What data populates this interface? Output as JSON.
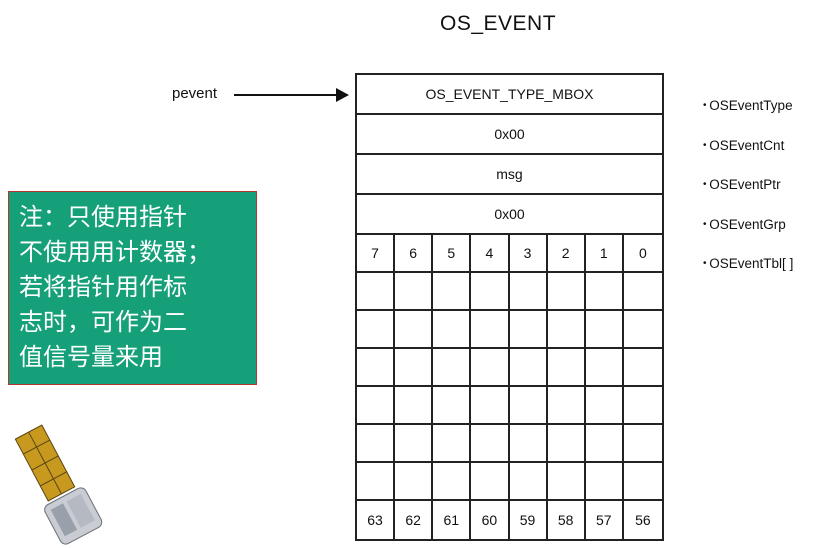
{
  "title": "OS_EVENT",
  "pointer_label": "pevent",
  "fields": [
    {
      "value": "OS_EVENT_TYPE_MBOX",
      "member": "OSEventType"
    },
    {
      "value": "0x00",
      "member": "OSEventCnt"
    },
    {
      "value": "msg",
      "member": "OSEventPtr"
    },
    {
      "value": "0x00",
      "member": "OSEventGrp"
    }
  ],
  "table_member": "OSEventTbl[ ]",
  "table_header": [
    "7",
    "6",
    "5",
    "4",
    "3",
    "2",
    "1",
    "0"
  ],
  "table_footer": [
    "63",
    "62",
    "61",
    "60",
    "59",
    "58",
    "57",
    "56"
  ],
  "table_empty_rows": 6,
  "note_lines": [
    "注：只使用指针",
    "不使用用计数器；",
    "若将指针用作标",
    "志时，可作为二",
    "值信号量来用"
  ],
  "colors": {
    "note_bg": "#16a07a",
    "note_border": "#b5362c",
    "note_text": "#ffffff"
  }
}
